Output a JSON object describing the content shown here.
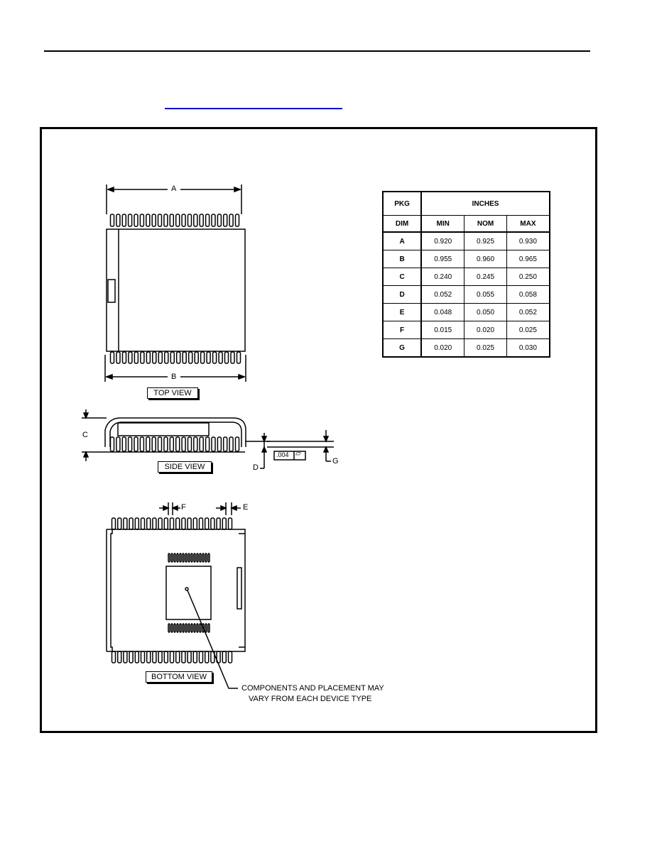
{
  "table": {
    "header_pkg": "PKG",
    "header_units": "INCHES",
    "header_dim": "DIM",
    "columns": [
      "MIN",
      "NOM",
      "MAX"
    ],
    "rows": [
      {
        "dim": "A",
        "min": "0.920",
        "nom": "0.925",
        "max": "0.930"
      },
      {
        "dim": "B",
        "min": "0.955",
        "nom": "0.960",
        "max": "0.965"
      },
      {
        "dim": "C",
        "min": "0.240",
        "nom": "0.245",
        "max": "0.250"
      },
      {
        "dim": "D",
        "min": "0.052",
        "nom": "0.055",
        "max": "0.058"
      },
      {
        "dim": "E",
        "min": "0.048",
        "nom": "0.050",
        "max": "0.052"
      },
      {
        "dim": "F",
        "min": "0.015",
        "nom": "0.020",
        "max": "0.025"
      },
      {
        "dim": "G",
        "min": "0.020",
        "nom": "0.025",
        "max": "0.030"
      }
    ]
  },
  "views": {
    "top": "TOP VIEW",
    "side": "SIDE VIEW",
    "bottom": "BOTTOM VIEW"
  },
  "labels": {
    "A": "A",
    "B": "B",
    "C": "C",
    "D": "D",
    "E": "E",
    "F": "F",
    "G": "G",
    "tolerance": ".004",
    "flatness_symbol": "⏥"
  },
  "note": {
    "line1": "COMPONENTS AND PLACEMENT MAY",
    "line2": "VARY FROM EACH DEVICE TYPE"
  }
}
